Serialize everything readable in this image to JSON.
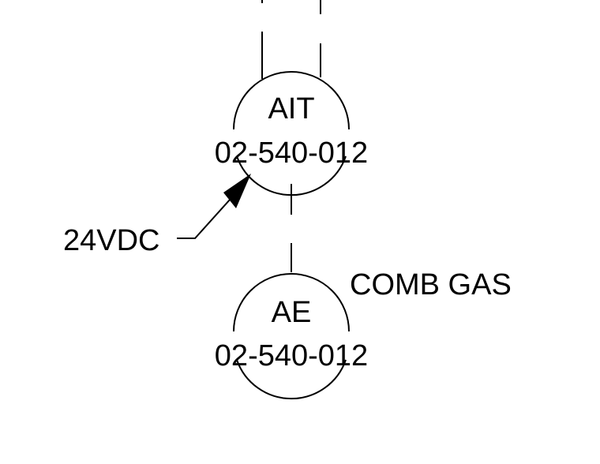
{
  "diagram": {
    "upper_instrument": {
      "tag": "AIT",
      "number": "02-540-012"
    },
    "lower_instrument": {
      "tag": "AE",
      "number": "02-540-012"
    },
    "power_label": "24VDC",
    "service_label": "COMB GAS"
  }
}
